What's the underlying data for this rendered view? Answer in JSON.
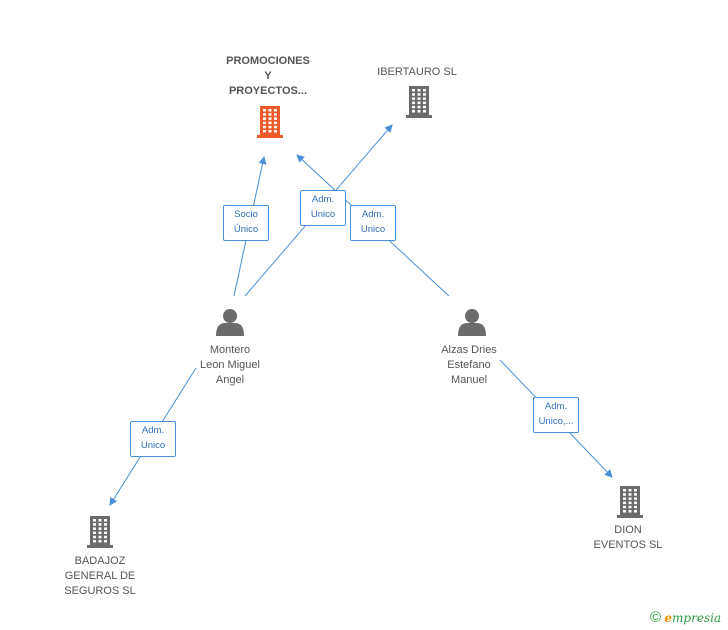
{
  "colors": {
    "edge": "#4a90d9",
    "building": "#6b6b6b",
    "building_main": "#f05a28",
    "person": "#6b6b6b"
  },
  "nodes": [
    {
      "id": "promociones",
      "type": "company",
      "main": true,
      "label": "PROMOCIONES\nY\nPROYECTOS..."
    },
    {
      "id": "ibertauro",
      "type": "company",
      "label": "IBERTAURO SL"
    },
    {
      "id": "montero",
      "type": "person",
      "label": "Montero\nLeon Miguel\nAngel"
    },
    {
      "id": "alzas",
      "type": "person",
      "label": "Alzas Dries\nEstefano\nManuel"
    },
    {
      "id": "badajoz",
      "type": "company",
      "label": "BADAJOZ\nGENERAL DE\nSEGUROS SL"
    },
    {
      "id": "dion",
      "type": "company",
      "label": "DION\nEVENTOS  SL"
    }
  ],
  "edges": [
    {
      "from": "montero",
      "to": "promociones",
      "label": "Socio\nÚnico"
    },
    {
      "from": "montero",
      "to": "ibertauro",
      "label": "Adm.\nUnico"
    },
    {
      "from": "alzas",
      "to": "promociones",
      "label": "Adm.\nUnico"
    },
    {
      "from": "montero",
      "to": "badajoz",
      "label": "Adm.\nUnico"
    },
    {
      "from": "alzas",
      "to": "dion",
      "label": "Adm.\nUnico,..."
    }
  ],
  "brand": {
    "symbol": "©",
    "initial": "e",
    "rest": "mpresia"
  }
}
